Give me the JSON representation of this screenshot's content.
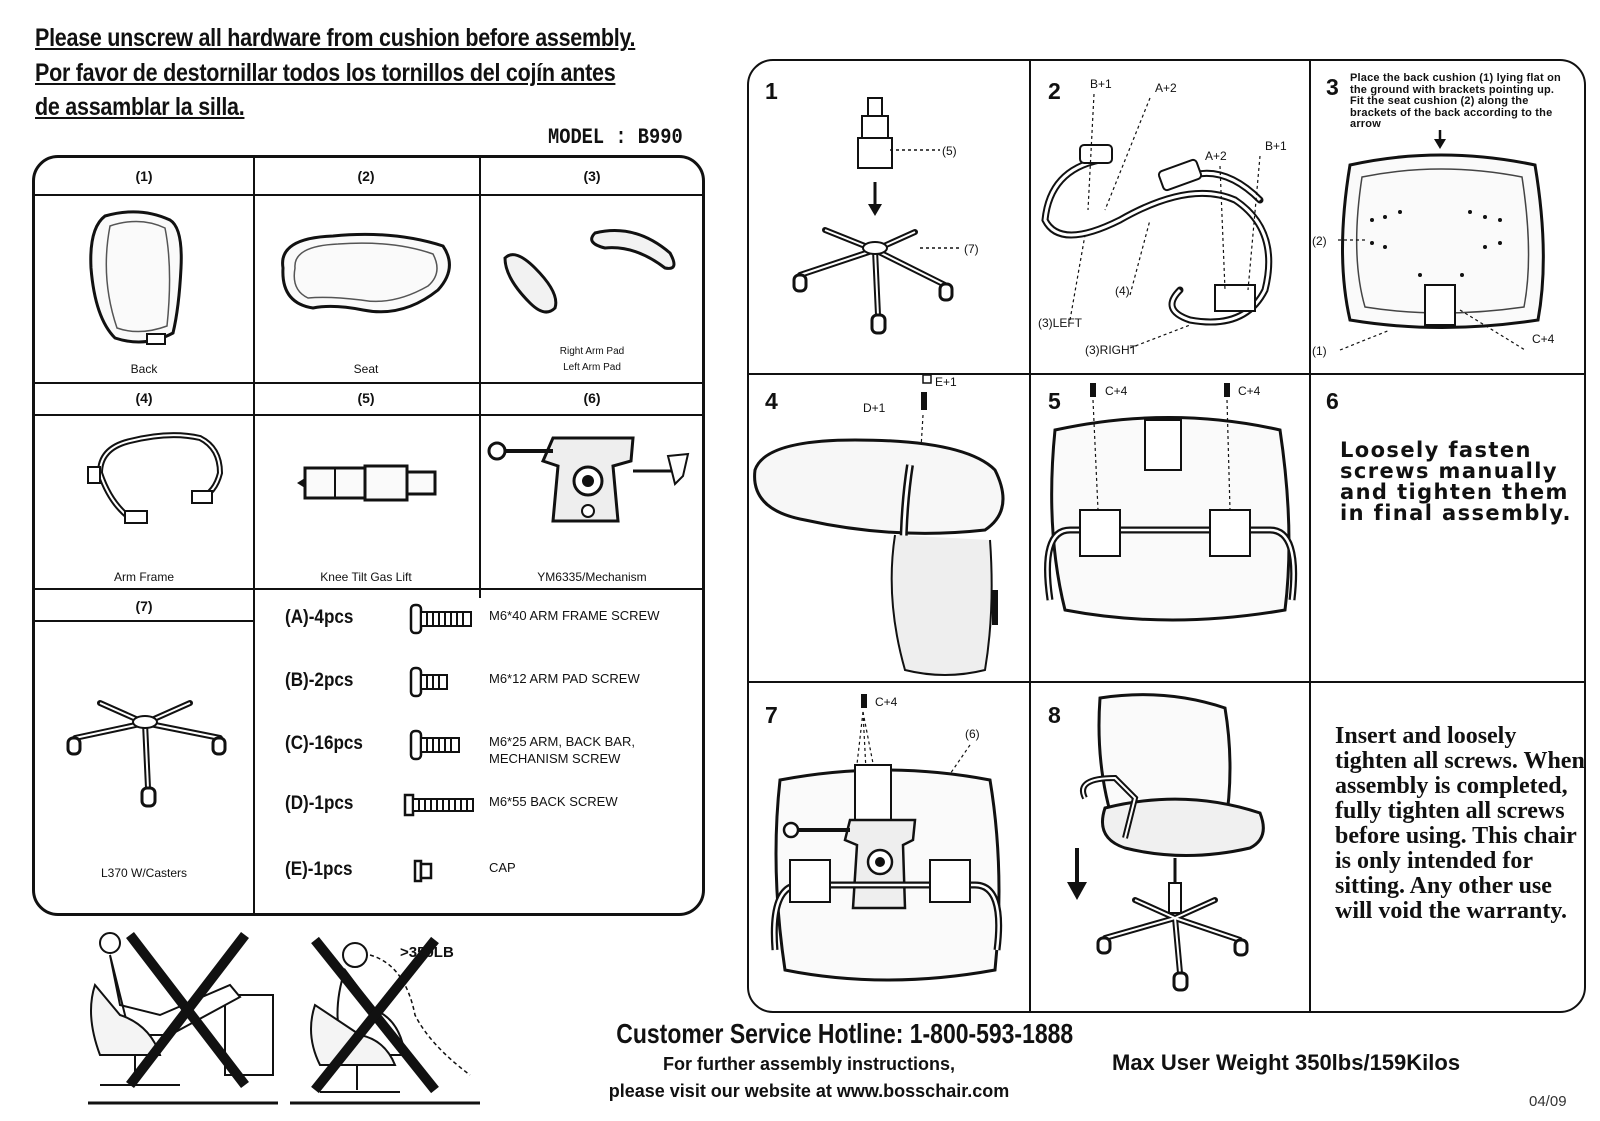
{
  "header": {
    "line1": "Please unscrew all hardware from cushion before assembly.",
    "line2": "Por favor de destornillar todos los tornillos del cojín antes",
    "line3": "de assamblar la silla.",
    "model": "MODEL : B990"
  },
  "parts": {
    "items": [
      {
        "num": "(1)",
        "caption": "Back"
      },
      {
        "num": "(2)",
        "caption": "Seat"
      },
      {
        "num": "(3)",
        "caption_a": "Right Arm Pad",
        "caption_b": "Left Arm Pad"
      },
      {
        "num": "(4)",
        "caption": "Arm Frame"
      },
      {
        "num": "(5)",
        "caption": "Knee Tilt Gas Lift"
      },
      {
        "num": "(6)",
        "caption": "YM6335/Mechanism"
      },
      {
        "num": "(7)",
        "caption": "L370 W/Casters"
      }
    ],
    "hardware": [
      {
        "code": "(A)-4pcs",
        "desc": "M6*40 ARM FRAME SCREW",
        "icon": "long-screw-icon"
      },
      {
        "code": "(B)-2pcs",
        "desc": "M6*12 ARM PAD SCREW",
        "icon": "short-screw-icon"
      },
      {
        "code": "(C)-16pcs",
        "desc": "M6*25    ARM, BACK BAR,",
        "desc2": "MECHANISM SCREW",
        "icon": "medium-screw-icon"
      },
      {
        "code": "(D)-1pcs",
        "desc": "M6*55 BACK SCREW",
        "icon": "back-screw-icon"
      },
      {
        "code": "(E)-1pcs",
        "desc": "CAP",
        "icon": "cap-icon"
      }
    ]
  },
  "warnings": {
    "weight_callout": ">350LB"
  },
  "steps": [
    {
      "num": "1",
      "labels": [
        "(5)",
        "(7)"
      ]
    },
    {
      "num": "2",
      "labels": [
        "B+1",
        "A+2",
        "A+2",
        "B+1",
        "(4)",
        "(3)LEFT",
        "(3)RIGHT"
      ]
    },
    {
      "num": "3",
      "text": "Place the back cushion (1) lying flat on the ground with brackets pointing up. Fit the seat cushion (2) along the brackets of the back according       to the arrow",
      "labels": [
        "(2)",
        "(1)",
        "C+4"
      ]
    },
    {
      "num": "4",
      "labels": [
        "D+1",
        "E+1"
      ]
    },
    {
      "num": "5",
      "labels": [
        "C+4",
        "C+4"
      ]
    },
    {
      "num": "6",
      "text": "Loosely fasten screws manually and tighten them in final assembly."
    },
    {
      "num": "7",
      "labels": [
        "C+4",
        "(6)"
      ]
    },
    {
      "num": "8"
    }
  ],
  "final_note": "Insert and loosely tighten all screws. When assembly is completed, fully tighten all screws before using. This chair is only intended for sitting. Any other use will void the warranty.",
  "footer": {
    "hotline": "Customer Service Hotline: 1-800-593-1888",
    "further": "For further assembly instructions,",
    "website": "please visit our website at www.bosschair.com",
    "max_weight": "Max User Weight 350lbs/159Kilos",
    "date": "04/09"
  }
}
